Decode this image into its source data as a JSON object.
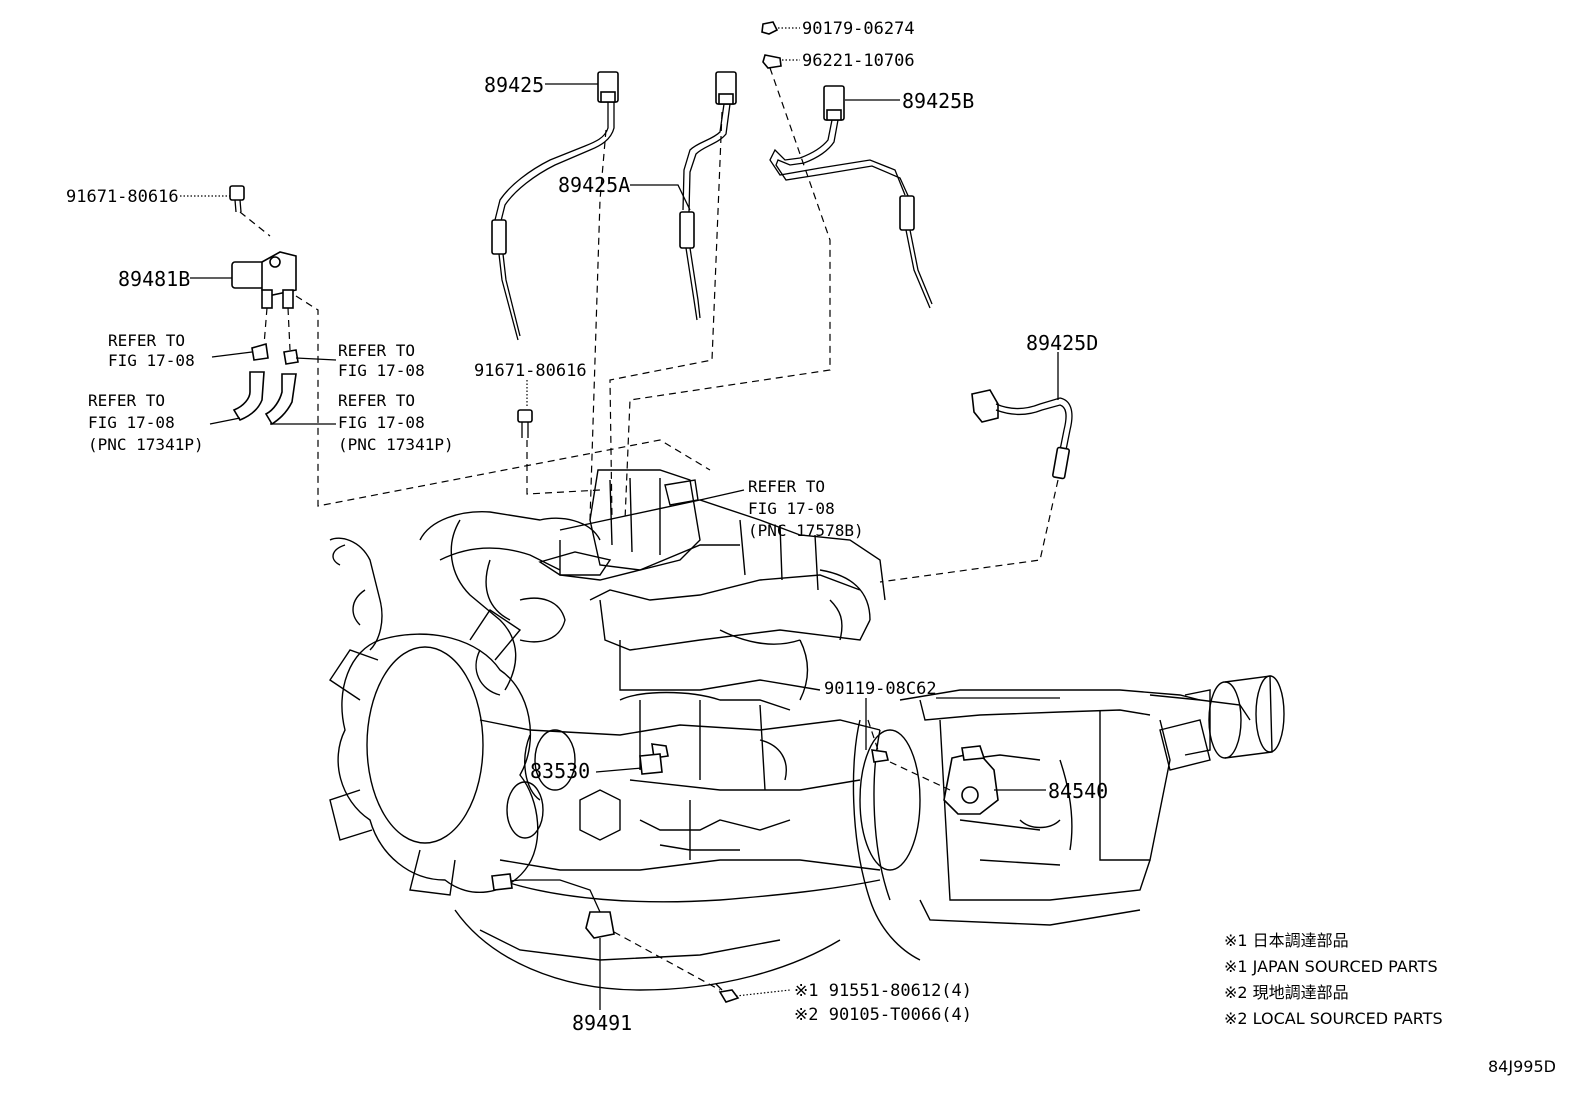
{
  "labels": {
    "p_90179": "90179-06274",
    "p_96221": "96221-10706",
    "p_89425": "89425",
    "p_89425A": "89425A",
    "p_89425B": "89425B",
    "p_89425D": "89425D",
    "p_91671_top": "91671-80616",
    "p_91671_mid": "91671-80616",
    "p_89481B": "89481B",
    "p_83530": "83530",
    "p_84540": "84540",
    "p_90119": "90119-08C62",
    "p_89491": "89491",
    "bolt_1": "※1 91551-80612(4)",
    "bolt_2": "※2 90105-T0066(4)"
  },
  "refs": {
    "ref_a_1": "REFER TO",
    "ref_a_2": "FIG 17-08",
    "ref_b_1": "REFER TO",
    "ref_b_2": "FIG 17-08",
    "ref_c_1": "REFER TO",
    "ref_c_2": "FIG 17-08",
    "ref_c_3": "(PNC 17341P)",
    "ref_d_1": "REFER TO",
    "ref_d_2": "FIG 17-08",
    "ref_d_3": "(PNC 17341P)",
    "ref_e_1": "REFER TO",
    "ref_e_2": "FIG 17-08",
    "ref_e_3": "(PNC 17578B)"
  },
  "notes": [
    "※1 日本調達部品",
    "※1 JAPAN SOURCED PARTS",
    "※2 現地調達部品",
    "※2 LOCAL SOURCED PARTS"
  ],
  "figure_code": "84J995D"
}
